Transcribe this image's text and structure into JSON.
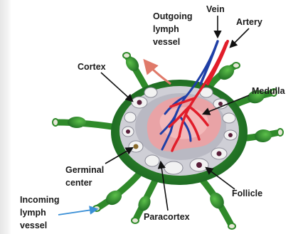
{
  "diagram": {
    "labels": {
      "vein": "Vein",
      "outgoing_line1": "Outgoing",
      "outgoing_line2": "lymph",
      "outgoing_line3": "vessel",
      "artery": "Artery",
      "cortex": "Cortex",
      "medulla": "Medulla",
      "germinal_line1": "Germinal",
      "germinal_line2": "center",
      "follicle": "Follicle",
      "incoming_line1": "Incoming",
      "incoming_line2": "lymph",
      "incoming_line3": "vessel",
      "paracortex": "Paracortex"
    },
    "colors": {
      "capsule": "#2e7d32",
      "vessel_green": "#3f9a2f",
      "cortex_fill": "#c9c9cf",
      "medulla_fill": "#e9a3a6",
      "artery": "#e11d2a",
      "vein": "#1f3fa6",
      "follicle_center": "#5a1f3a",
      "incoming_arrow": "#3a8fd6",
      "outgoing_arrow": "#e07a6a"
    }
  }
}
